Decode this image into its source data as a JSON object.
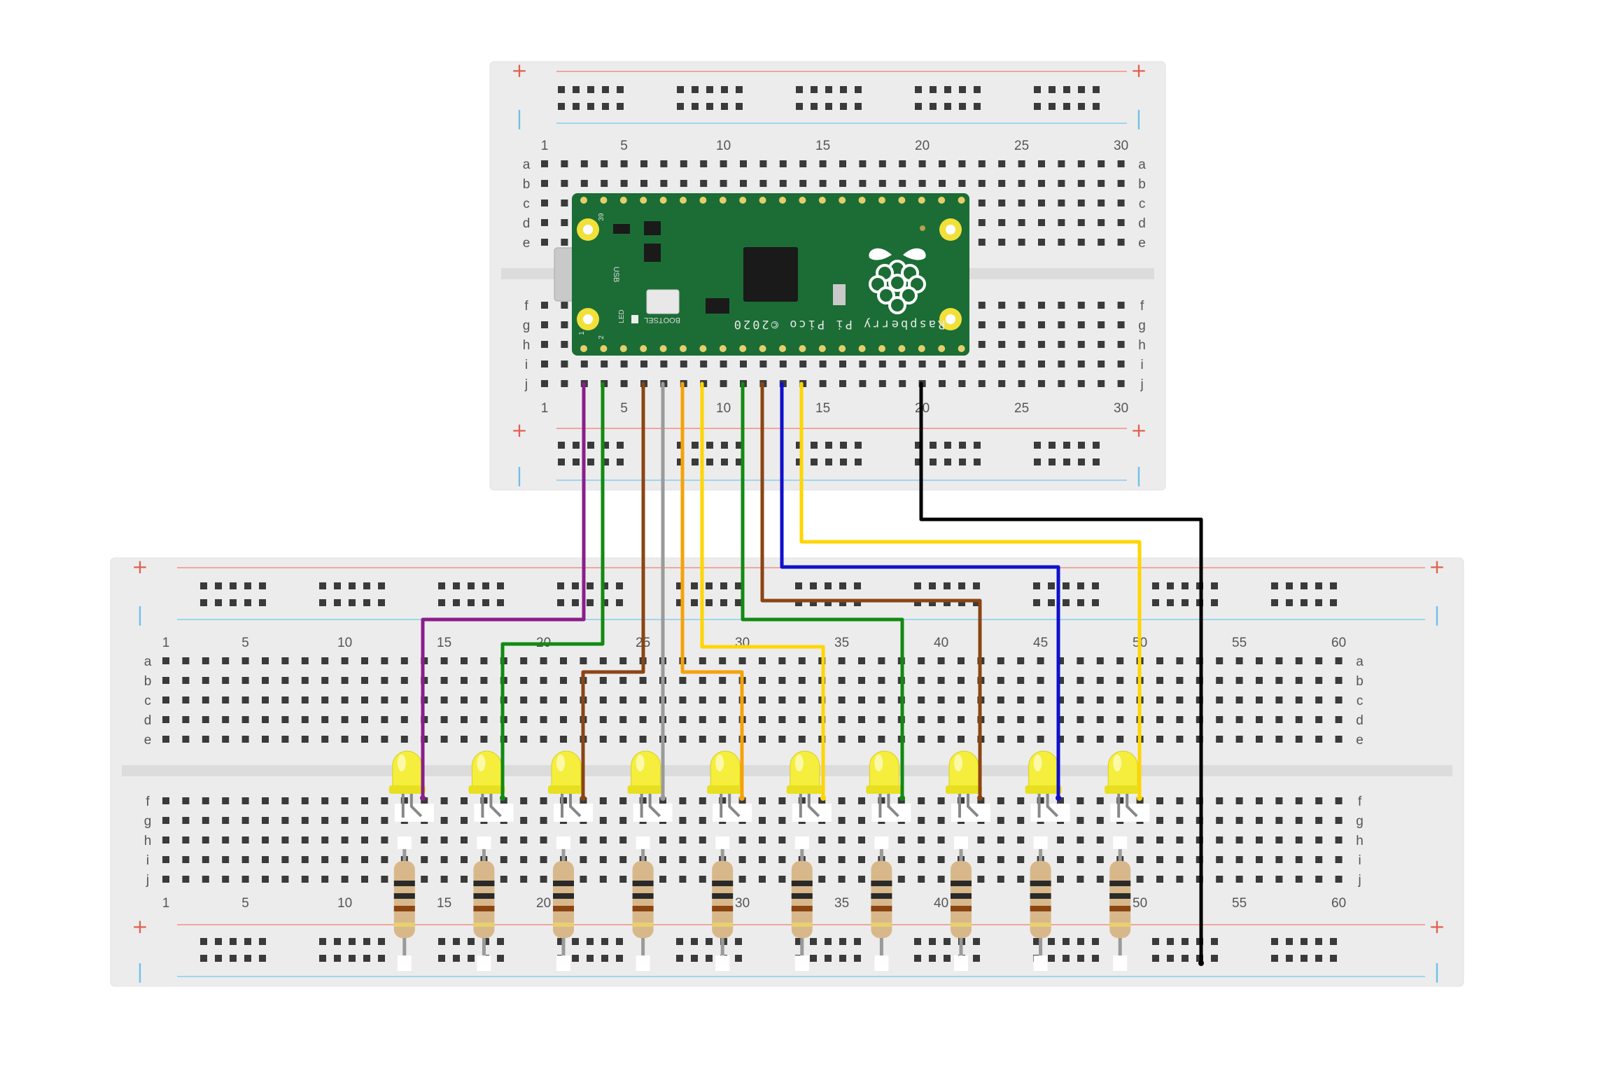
{
  "top_breadboard": {
    "columns": 30,
    "column_numbers": [
      "1",
      "5",
      "10",
      "15",
      "20",
      "25",
      "30"
    ],
    "rows_top": [
      "a",
      "b",
      "c",
      "d",
      "e"
    ],
    "rows_bottom": [
      "f",
      "g",
      "h",
      "i",
      "j"
    ],
    "plus_sign": "+",
    "minus_sign": "|"
  },
  "bottom_breadboard": {
    "columns": 60,
    "column_numbers": [
      "1",
      "5",
      "10",
      "15",
      "20",
      "25",
      "30",
      "35",
      "40",
      "45",
      "50",
      "55",
      "60"
    ],
    "rows_top": [
      "a",
      "b",
      "c",
      "d",
      "e"
    ],
    "rows_bottom": [
      "f",
      "g",
      "h",
      "i",
      "j"
    ],
    "plus_sign": "+",
    "minus_sign": "|"
  },
  "pico": {
    "brand": "Raspberry Pi Pico ©2020",
    "usb_label": "USB",
    "bootsel_label": "BOOTSEL",
    "led_label": "LED",
    "pin_label_39": "39",
    "pin_label_1": "1",
    "pin_label_2": "2",
    "board_color": "#1b6d35",
    "pad_color": "#f2e03a"
  },
  "components": {
    "led_count": 10,
    "resistor_count": 10,
    "led_color": "#f5ee3c"
  },
  "wires": [
    {
      "color": "#8a1e8a"
    },
    {
      "color": "#128a12"
    },
    {
      "color": "#8b4513"
    },
    {
      "color": "#9a9a9a"
    },
    {
      "color": "#f5a20a"
    },
    {
      "color": "#ffd500"
    },
    {
      "color": "#128a12"
    },
    {
      "color": "#8b4513"
    },
    {
      "color": "#1010cc"
    },
    {
      "color": "#ffd500"
    },
    {
      "color": "#000000"
    }
  ]
}
